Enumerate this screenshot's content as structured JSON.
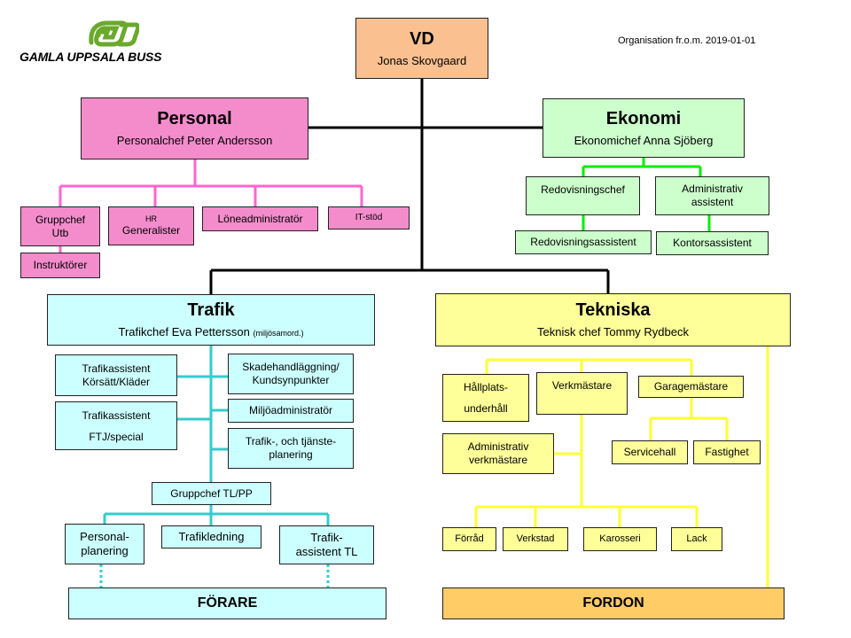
{
  "header": {
    "logo_text": "GAMLA UPPSALA BUSS",
    "note": "Organisation fr.o.m. 2019-01-01"
  },
  "colors": {
    "pink_line": "#ff66cc",
    "green_line": "#00ee00",
    "cyan_line": "#33cccc",
    "yellow_line": "#ffff33",
    "black_line": "#000000"
  },
  "vd": {
    "title": "VD",
    "name": "Jonas Skovgaard"
  },
  "personal": {
    "title": "Personal",
    "name": "Personalchef Peter Andersson",
    "gruppchef_line1": "Gruppchef",
    "gruppchef_line2": "Utb",
    "instruktorer": "Instruktörer",
    "hr_line1": "HR",
    "hr_line2": "Generalister",
    "loneadmin": "Löneadministratör",
    "itstod": "IT-stöd"
  },
  "ekonomi": {
    "title": "Ekonomi",
    "name": "Ekonomichef  Anna Sjöberg",
    "redovisningschef": "Redovisningschef",
    "admin_line1": "Administrativ",
    "admin_line2": "assistent",
    "redovisningsassistent": "Redovisningsassistent",
    "kontorsassistent": "Kontorsassistent"
  },
  "trafik": {
    "title": "Trafik",
    "name": "Trafikchef Eva Pettersson",
    "name_note": "(miljösamord.)",
    "korsatt_line1": "Trafikassistent",
    "korsatt_line2": "Körsätt/Kläder",
    "ftj_line1": "Trafikassistent",
    "ftj_line2": "FTJ/special",
    "skade_line1": "Skadehandläggning/",
    "skade_line2": "Kundsynpunkter",
    "miljo": "Miljöadministratör",
    "tjanste_line1": "Trafik-, och tjänste-",
    "tjanste_line2": "planering",
    "gruppchef_tlpp": "Gruppchef TL/PP",
    "personalplan_line1": "Personal-",
    "personalplan_line2": "planering",
    "trafikledning": "Trafikledning",
    "trafikasstl_line1": "Trafik-",
    "trafikasstl_line2": "assistent TL",
    "forare": "FÖRARE"
  },
  "tekniska": {
    "title": "Tekniska",
    "name": "Teknisk chef Tommy Rydbeck",
    "hallplats_line1": "Hållplats-",
    "hallplats_line2": "underhåll",
    "verkmastare": "Verkmästare",
    "garagemastare": "Garagemästare",
    "adminverk_line1": "Administrativ",
    "adminverk_line2": "verkmästare",
    "servicehall": "Servicehall",
    "fastighet": "Fastighet",
    "forrad": "Förråd",
    "verkstad": "Verkstad",
    "karosseri": "Karosseri",
    "lack": "Lack",
    "fordon": "FORDON"
  }
}
